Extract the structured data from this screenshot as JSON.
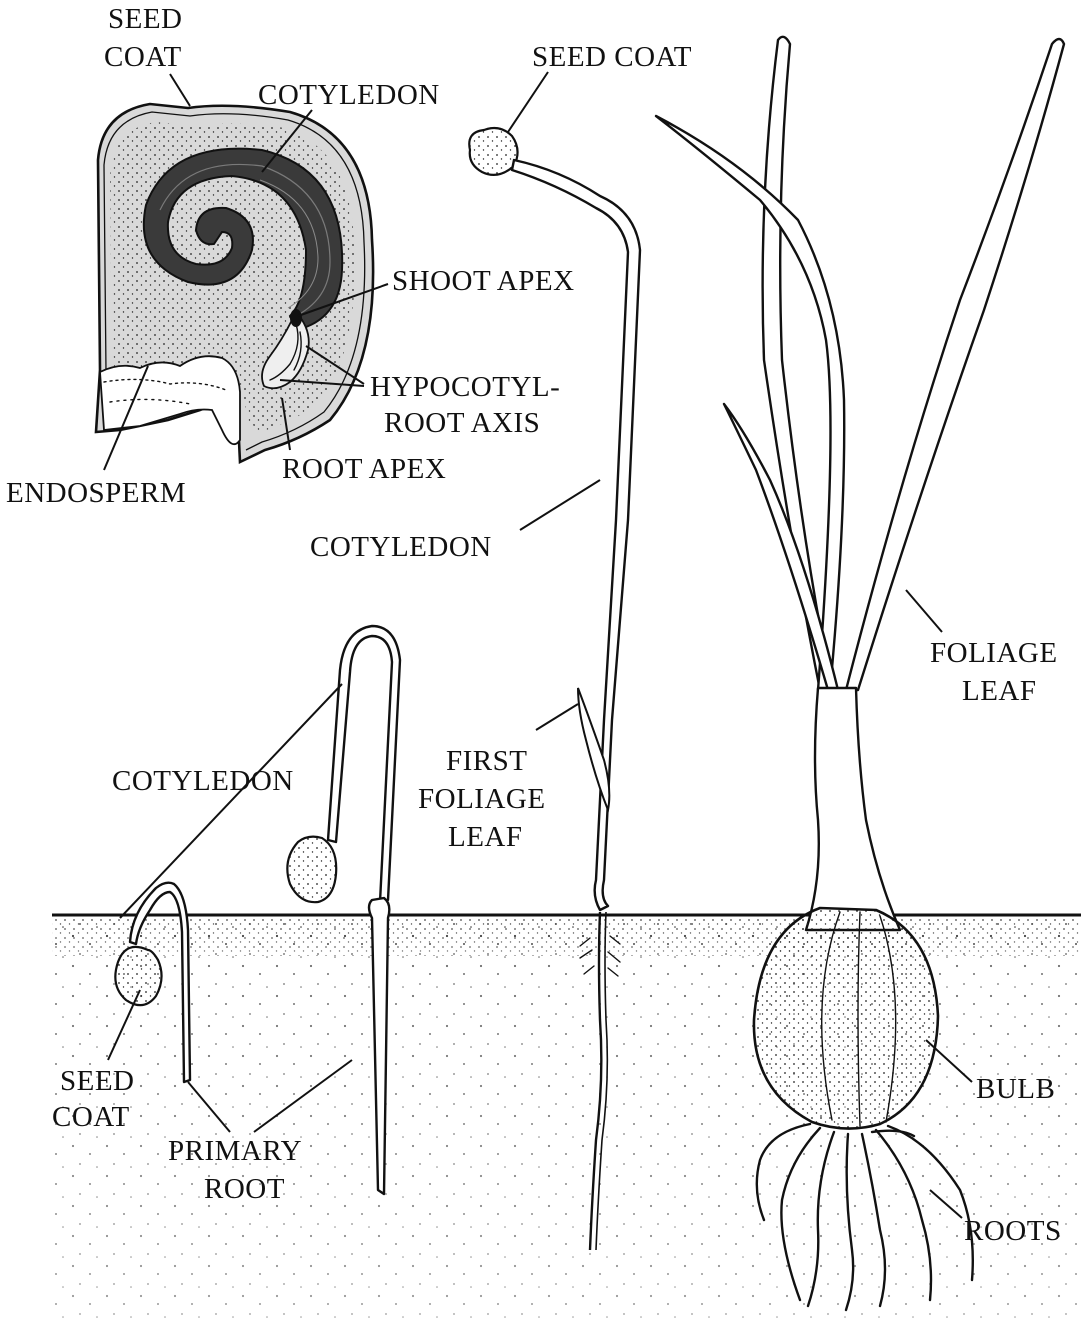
{
  "labels": {
    "seed_coat_seed_line1": "SEED",
    "seed_coat_seed_line2": "COAT",
    "cotyledon_seed": "COTYLEDON",
    "shoot_apex": "SHOOT APEX",
    "hypocotyl_line1": "HYPOCOTYL-",
    "hypocotyl_line2": "ROOT AXIS",
    "root_apex": "ROOT APEX",
    "endosperm": "ENDOSPERM",
    "seed_coat_tall": "SEED COAT",
    "cotyledon_tall": "COTYLEDON",
    "first_foliage_line1": "FIRST",
    "first_foliage_line2": "FOLIAGE",
    "first_foliage_line3": "LEAF",
    "cotyledon_young": "COTYLEDON",
    "seed_coat_young_line1": "SEED",
    "seed_coat_young_line2": "COAT",
    "primary_root_line1": "PRIMARY",
    "primary_root_line2": "ROOT",
    "foliage_leaf_line1": "FOLIAGE",
    "foliage_leaf_line2": "LEAF",
    "bulb": "BULB",
    "roots": "ROOTS"
  },
  "colors": {
    "ink": "#111111",
    "cotyledon_dark": "#3a3a3a",
    "endosperm_gray": "#bdbdbd",
    "seed_coat_gray": "#d6d6d6",
    "soil_dots": "#222222"
  }
}
